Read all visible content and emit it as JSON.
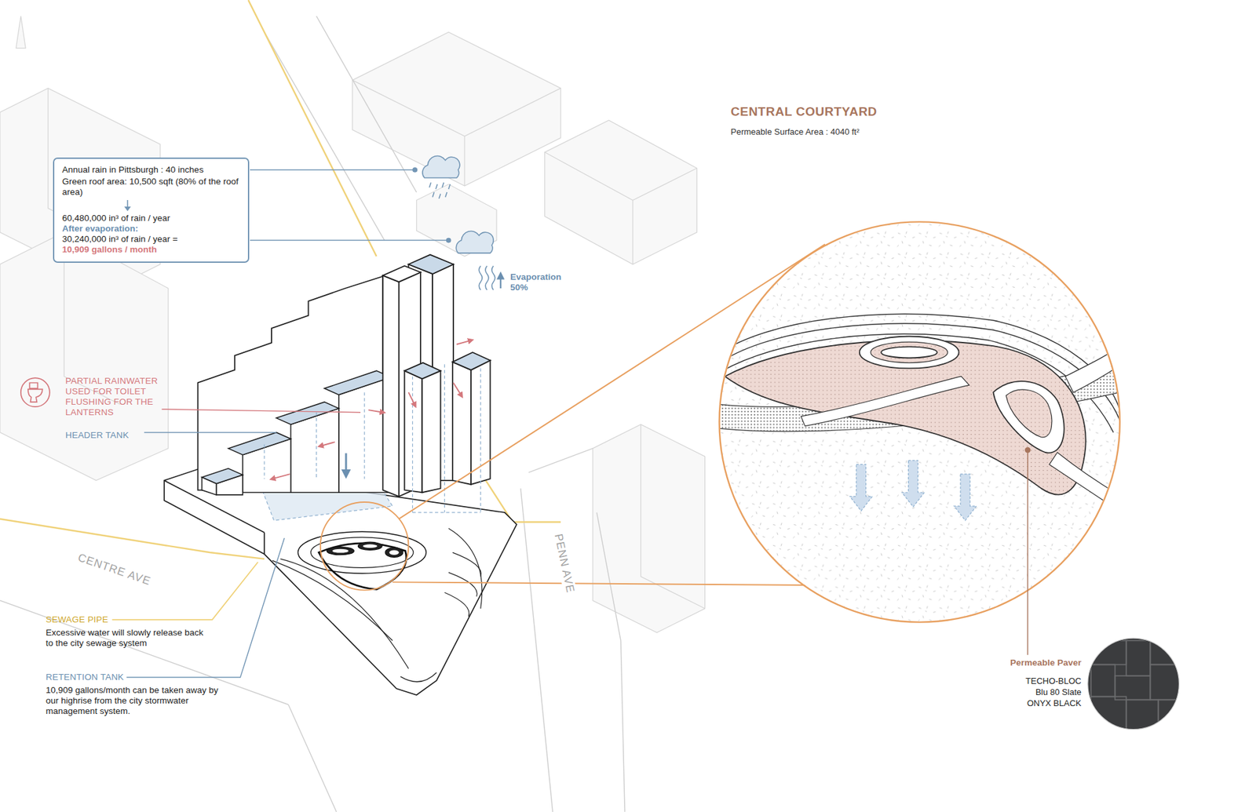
{
  "diagram": {
    "title": "CENTRAL COURTYARD",
    "nodes": [
      {
        "text": [
          "Annual rain in Pittsburgh : 40 inches",
          "Green roof area: 10,500 sqft (80% of the roof area)",
          "60,480,000 in³ of rain / year",
          "After evaporation:",
          "30,240,000 in³ of rain / year =",
          "10,909 gallons / month"
        ]
      }
    ],
    "labels": [
      "Evaporation 50%",
      "PARTIAL RAINWATER USED FOR TOILET FLUSHING FOR THE LANTERNS",
      "HEADER TANK",
      "CENTRE AVE",
      "PENN AVE",
      "SEWAGE PIPE",
      "Excessive water will slowly release back to the city sewage system",
      "RETENTION TANK",
      "10,909 gallons/month can be taken away by our highrise from the city stormwater management system.",
      "Permeable Surface Area : 4040 ft²",
      "Permeable Paver",
      "TECHO-BLOC",
      "Blu 80 Slate",
      "ONYX BLACK"
    ]
  }
}
